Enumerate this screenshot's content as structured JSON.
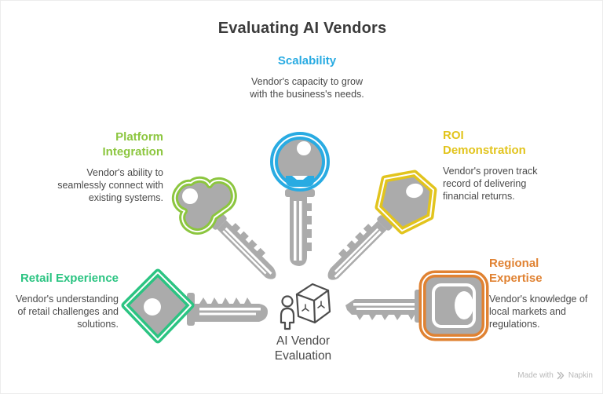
{
  "title": "Evaluating AI Vendors",
  "factors": {
    "scalability": {
      "label": "Scalability",
      "description": "Vendor's capacity to grow with the business's needs.",
      "color": "#29ABE2",
      "icon": "round-head-key"
    },
    "platform_integration": {
      "label": "Platform Integration",
      "description": "Vendor's ability to seamlessly connect with existing systems.",
      "color": "#8CC63F",
      "icon": "trefoil-head-key"
    },
    "roi_demonstration": {
      "label": "ROI Demonstration",
      "description": "Vendor's proven track record of delivering financial returns.",
      "color": "#E2C41D",
      "icon": "hexagon-head-key"
    },
    "retail_experience": {
      "label": "Retail Experience",
      "description": "Vendor's understanding of retail challenges and solutions.",
      "color": "#2BC482",
      "icon": "diamond-head-key"
    },
    "regional_expertise": {
      "label": "Regional Expertise",
      "description": "Vendor's knowledge of local markets and regulations.",
      "color": "#E08232",
      "icon": "square-head-key"
    }
  },
  "center": {
    "label": "AI Vendor Evaluation",
    "icon": "person-evaluating-box-icon"
  },
  "footer": {
    "made_with": "Made with",
    "brand": "Napkin"
  },
  "palette": {
    "key_body_gray": "#ABABAB",
    "title_text": "#3B3B3B",
    "body_text": "#4A4A4A",
    "icon_stroke": "#4D4D4D",
    "footer_text": "#B9B9B9"
  }
}
